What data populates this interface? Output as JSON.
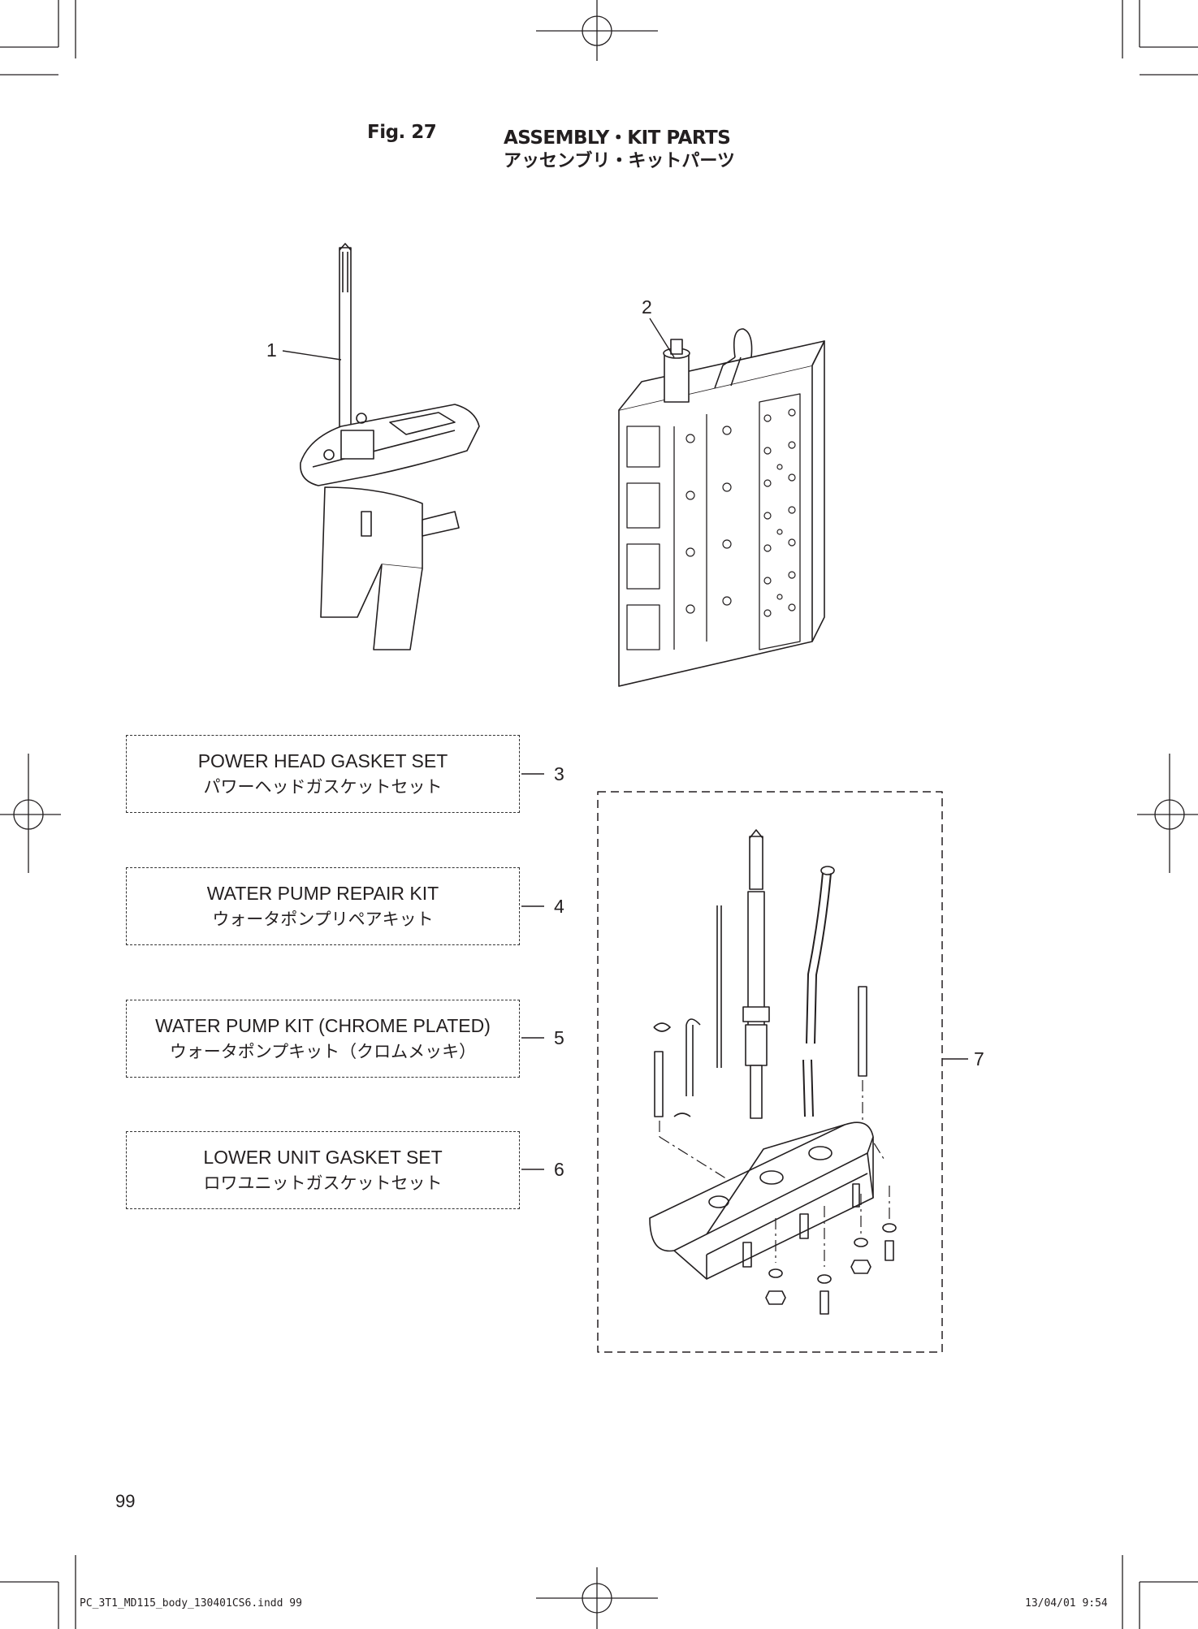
{
  "header": {
    "figure": "Fig. 27",
    "title_en": "ASSEMBLY・KIT PARTS",
    "title_jp": "アッセンブリ・キットパーツ"
  },
  "callouts": [
    "1",
    "2",
    "3",
    "4",
    "5",
    "6",
    "7"
  ],
  "kits": [
    {
      "en": "POWER HEAD GASKET SET",
      "jp": "パワーヘッドガスケットセット",
      "ref": "3"
    },
    {
      "en": "WATER PUMP REPAIR KIT",
      "jp": "ウォータポンプリペアキット",
      "ref": "4"
    },
    {
      "en": "WATER PUMP KIT (CHROME PLATED)",
      "jp": "ウォータポンプキット（クロムメッキ）",
      "ref": "5"
    },
    {
      "en": "LOWER UNIT GASKET SET",
      "jp": "ロワユニットガスケットセット",
      "ref": "6"
    }
  ],
  "page_number": "99",
  "footer": {
    "file": "PC_3T1_MD115_body_130401CS6.indd   99",
    "timestamp": "13/04/01   9:54"
  }
}
